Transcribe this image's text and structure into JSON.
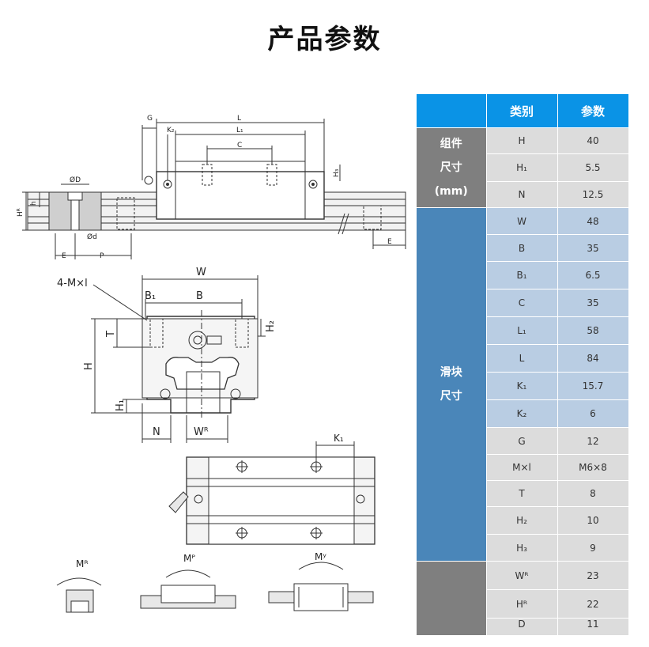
{
  "page": {
    "title": "产品参数"
  },
  "diagram": {
    "top_view": {
      "labels": [
        "G",
        "L",
        "K₂",
        "L₁",
        "C",
        "H₃",
        "ØD",
        "h",
        "Hᴿ",
        "Ød",
        "E",
        "P",
        "E"
      ]
    },
    "front_view": {
      "labels": [
        "W",
        "4-M×l",
        "B₁",
        "B",
        "H₂",
        "T",
        "H",
        "H₁",
        "N",
        "Wᴿ"
      ]
    },
    "side_view": {
      "labels": [
        "K₁"
      ]
    },
    "moment_views": {
      "labels": [
        "Mᴿ",
        "Mᴾ",
        "Mʸ"
      ]
    }
  },
  "table": {
    "headers": [
      "",
      "类别",
      "参数"
    ],
    "groups": [
      {
        "label_lines": [
          "组件",
          "尺寸",
          "(mm)"
        ],
        "rows": [
          [
            "H",
            "40"
          ],
          [
            "H₁",
            "5.5"
          ],
          [
            "N",
            "12.5"
          ]
        ]
      },
      {
        "label_lines": [
          "滑块",
          "尺寸"
        ],
        "rows": [
          [
            "W",
            "48"
          ],
          [
            "B",
            "35"
          ],
          [
            "B₁",
            "6.5"
          ],
          [
            "C",
            "35"
          ],
          [
            "L₁",
            "58"
          ],
          [
            "L",
            "84"
          ],
          [
            "K₁",
            "15.7"
          ],
          [
            "K₂",
            "6"
          ],
          [
            "G",
            "12"
          ],
          [
            "M×l",
            "M6×8"
          ],
          [
            "T",
            "8"
          ],
          [
            "H₂",
            "10"
          ],
          [
            "H₃",
            "9"
          ]
        ]
      },
      {
        "label_lines": [],
        "rows": [
          [
            "Wᴿ",
            "23"
          ],
          [
            "Hᴿ",
            "22"
          ],
          [
            "D",
            "11"
          ]
        ]
      }
    ]
  }
}
